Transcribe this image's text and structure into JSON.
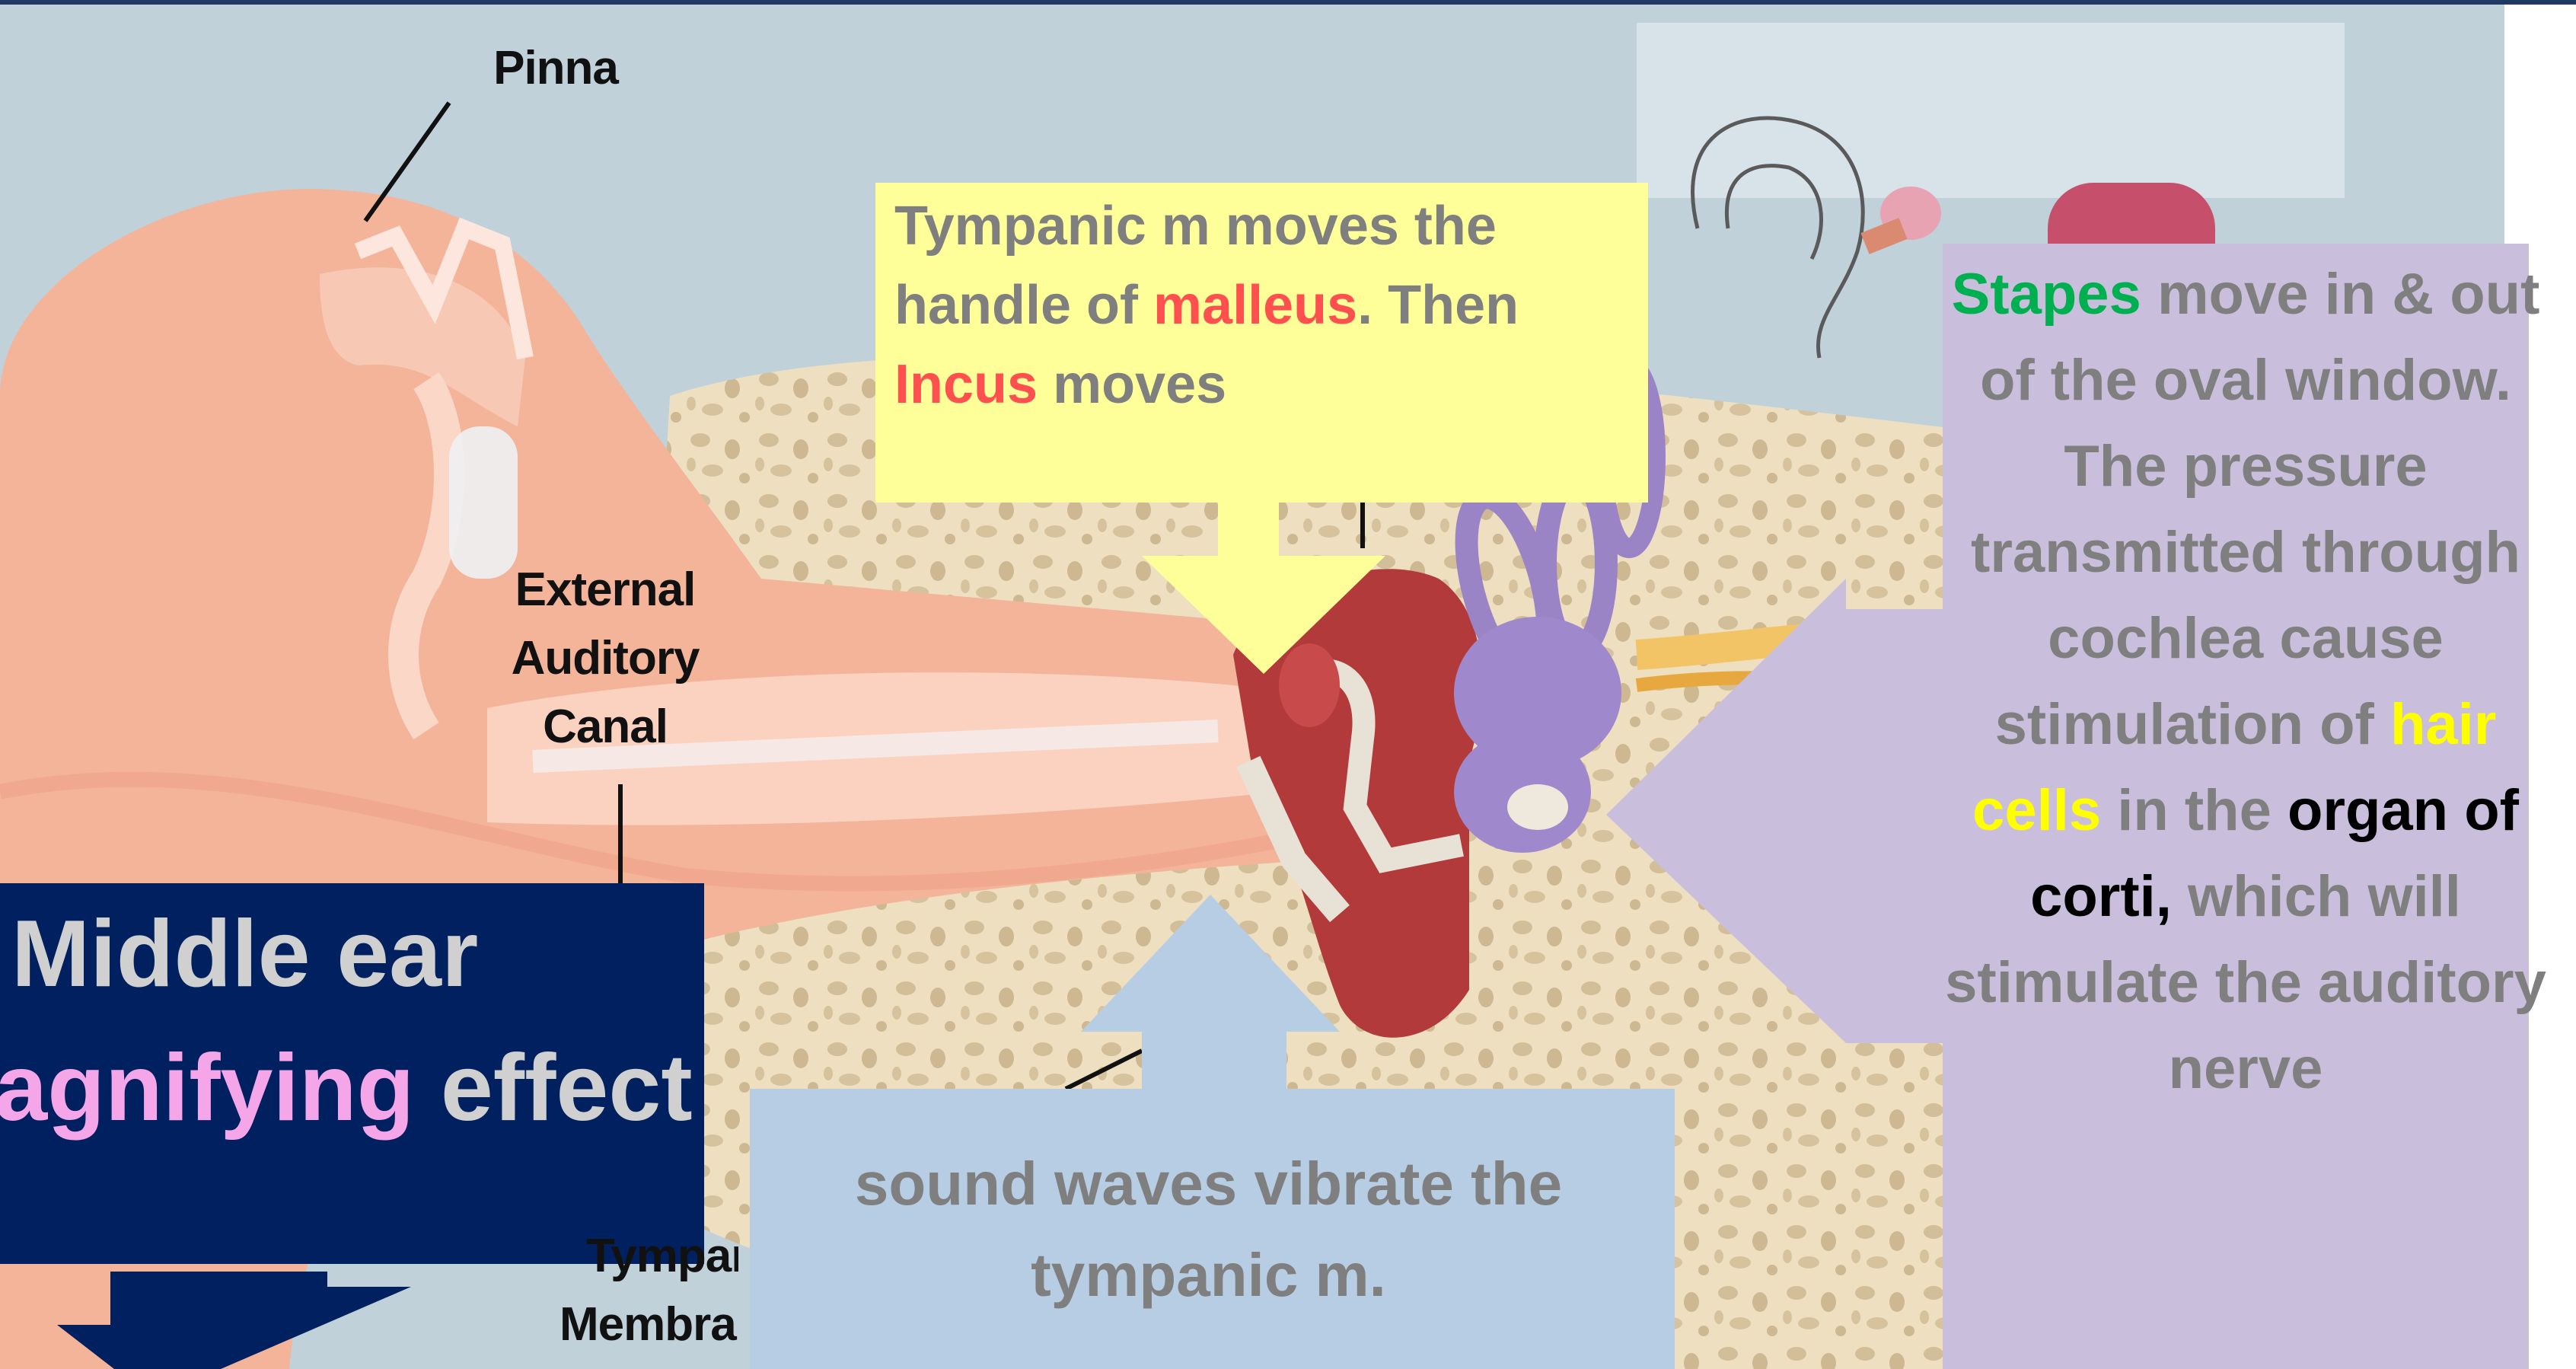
{
  "colors": {
    "top_border": "#1f3864",
    "yellow_box": "#ffff99",
    "purple_box": "#c9bfdc",
    "blue_box": "#b7cde3",
    "navy_box": "#002060",
    "body_text": "#7f7f7f",
    "malleus_incus": "#ff5050",
    "stapes": "#00b050",
    "hair_cells": "#ffff00",
    "organ_of_corti": "#000000",
    "magnifying": "#f4a6e8",
    "title_text": "#d0d0d0"
  },
  "diagram_labels": {
    "pinna": "Pinna",
    "external_auditory_canal": [
      "External",
      "Auditory",
      "Canal"
    ],
    "tympanic_membrane": [
      "Tympanic",
      "Membrane"
    ]
  },
  "title_box": {
    "line1": "Middle ear",
    "line2_highlight": "Magnifying",
    "line2_rest": " effect"
  },
  "yellow_callout": {
    "seg1": "Tympanic m moves the handle of ",
    "malleus": "malleus",
    "seg2": ". Then ",
    "incus": "Incus",
    "seg3": " moves"
  },
  "purple_callout": {
    "stapes": "Stapes",
    "seg1": " move in & out of the oval window. The pressure transmitted through cochlea cause stimulation of ",
    "hair_cells": "hair cells",
    "seg2": " in the ",
    "organ_of_corti": "organ of corti,",
    "seg3": " which will stimulate the auditory nerve"
  },
  "blue_callout": {
    "text": "sound waves vibrate the tympanic m."
  }
}
